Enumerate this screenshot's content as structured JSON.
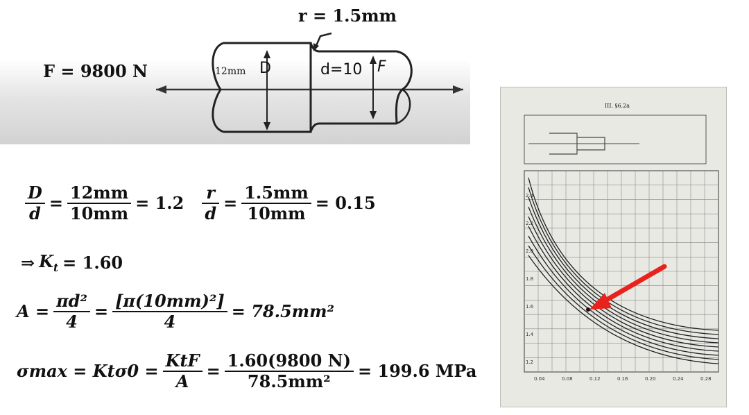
{
  "diagram": {
    "force_label": "F = 9800 N",
    "radius_label": "r = 1.5mm",
    "big_dia_value": "12mm",
    "big_dia_letter": "D",
    "small_dia_label": "d=10",
    "force_arrow_letter": "F"
  },
  "equations": {
    "ratio_D": {
      "lhs_num": "D",
      "lhs_den": "d",
      "num": "12mm",
      "den": "10mm",
      "result": "= 1.2"
    },
    "ratio_r": {
      "lhs_num": "r",
      "lhs_den": "d",
      "num": "1.5mm",
      "den": "10mm",
      "result": "= 0.15"
    },
    "kt": {
      "prefix": "⇒",
      "var": "K",
      "sub": "t",
      "value": "= 1.60"
    },
    "area": {
      "lhs": "A =",
      "num1": "πd²",
      "den1": "4",
      "num2": "[π(10mm)²]",
      "den2": "4",
      "result": "= 78.5mm²"
    },
    "sigma": {
      "lhs": "σmax = Ktσ0 =",
      "num1": "KtF",
      "den1": "A",
      "num2": "1.60(9800 N)",
      "den2": "78.5mm²",
      "result": "= 199.6 MPa"
    }
  },
  "chart_photo": {
    "header": "III. §6.2a",
    "pointer_color": "#e8231d",
    "x_tick_labels": [
      "0.04",
      "0.08",
      "0.12",
      "0.16",
      "0.20",
      "0.24",
      "0.28"
    ],
    "y_tick_labels": [
      "2.4",
      "2.2",
      "2.0",
      "1.8",
      "1.6",
      "1.4",
      "1.2"
    ]
  }
}
